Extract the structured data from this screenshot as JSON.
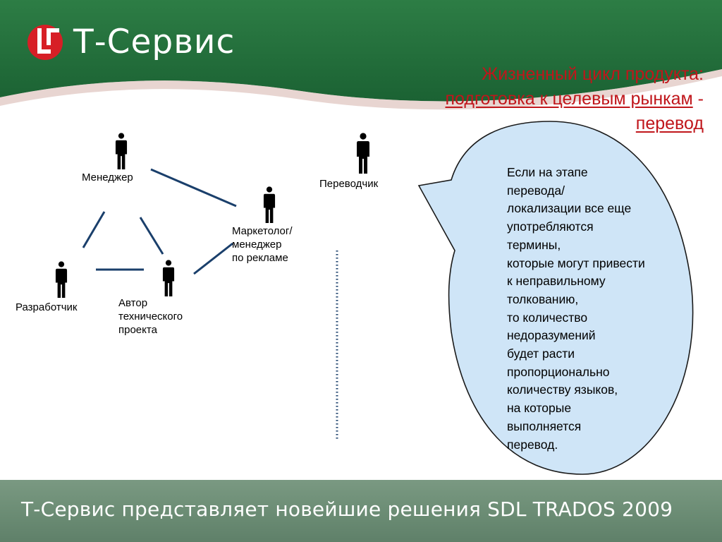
{
  "header": {
    "logo_text": "Т-Сервис",
    "colors": {
      "green": "#1f6e3a",
      "red": "#c0161b"
    }
  },
  "title": {
    "line1": "Жизненный цикл продукта:",
    "line2_underlined": "подготовка к целевым рынкам",
    "line2_suffix": " -",
    "line3_underlined": "перевод"
  },
  "diagram": {
    "people": {
      "manager": "Менеджер",
      "marketer_line1": "Маркетолог/",
      "marketer_line2": "менеджер",
      "marketer_line3": "по рекламе",
      "developer": "Разработчик",
      "author_line1": "Автор",
      "author_line2": "технического",
      "author_line3": "проекта",
      "translator": "Переводчик"
    },
    "icons": [
      "person-icon"
    ],
    "line_color": "#1a3f6b"
  },
  "bubble": {
    "fill": "#cfe5f7",
    "lines": [
      "Если на этапе",
      "перевода/",
      "локализации все еще",
      "употребляются",
      "термины,",
      "которые могут привести",
      "к неправильному",
      "толкованию,",
      "то количество",
      "недоразумений",
      "будет расти",
      "пропорционально",
      "количеству языков,",
      "на которые",
      "выполняется",
      "перевод."
    ]
  },
  "footer": {
    "text": "Т-Сервис представляет новейшие решения SDL TRADOS 2009"
  }
}
